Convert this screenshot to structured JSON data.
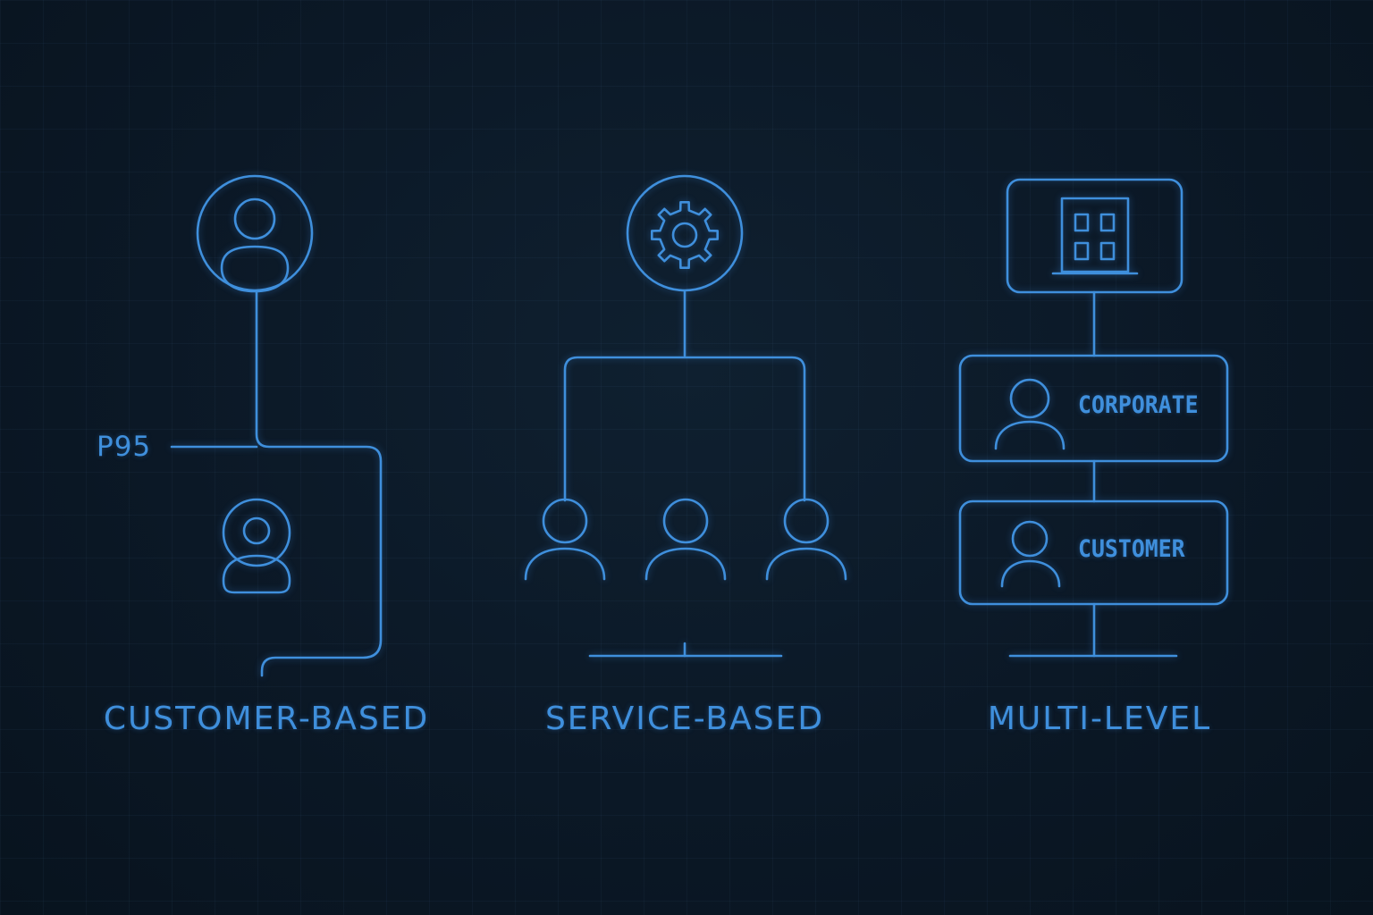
{
  "colors": {
    "background": "#0b1826",
    "line": "#3f8fdc"
  },
  "customer_based": {
    "caption": "CUSTOMER-BASED",
    "marker_label": "P95",
    "icons": [
      "user-icon",
      "user-icon"
    ]
  },
  "service_based": {
    "caption": "SERVICE-BASED",
    "icons": [
      "gear-icon",
      "user-icon",
      "user-icon",
      "user-icon"
    ]
  },
  "multi_level": {
    "caption": "MULTI-LEVEL",
    "levels": [
      {
        "label": "",
        "icon": "building-icon"
      },
      {
        "label": "CORPORATE",
        "icon": "user-icon"
      },
      {
        "label": "CUSTOMER",
        "icon": "user-icon"
      }
    ]
  }
}
